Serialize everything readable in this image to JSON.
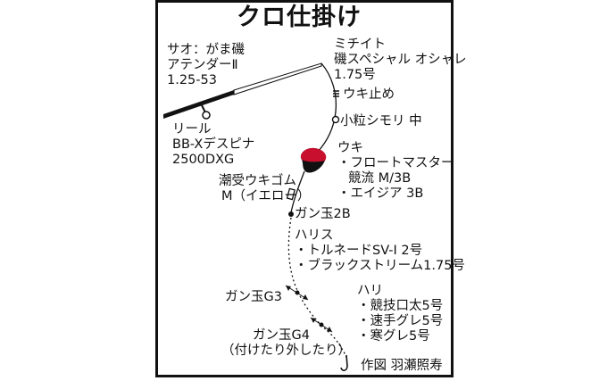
{
  "title": "クロ仕掛け",
  "rod": {
    "label": "サオ：がま磯",
    "model": "アテンダーⅡ",
    "spec": "1.25-53"
  },
  "line": {
    "label": "ミチイト",
    "model": "磯スペシャル オシャレ",
    "spec": "1.75号"
  },
  "reel": {
    "label": "リール",
    "model": "BB-Xデスピナ",
    "spec": "2500DXG"
  },
  "float_stop": "ウキ止め",
  "bead": "小粒シモリ 中",
  "float": {
    "label": "ウキ",
    "item1": "・フロートマスター",
    "item1b": "競流 M/3B",
    "item2": "・エイジア 3B"
  },
  "cushion": {
    "label": "潮受ウキゴム",
    "spec": "M（イエロー）"
  },
  "sinker1": "ガン玉2B",
  "leader": {
    "label": "ハリス",
    "item1": "・トルネードSV-Ⅰ 2号",
    "item2": "・ブラックストリーム1.75号"
  },
  "sinker2": "ガン玉G3",
  "hook": {
    "label": "ハリ",
    "item1": "・競技口太5号",
    "item2": "・速手グレ5号",
    "item3": "・寒グレ5号"
  },
  "sinker3": {
    "label": "ガン玉G4",
    "note": "（付けたり外したり）"
  },
  "credit": "作図 羽瀬照寿",
  "colors": {
    "ink": "#111111",
    "float_top": "#c8102e",
    "background": "#ffffff"
  }
}
